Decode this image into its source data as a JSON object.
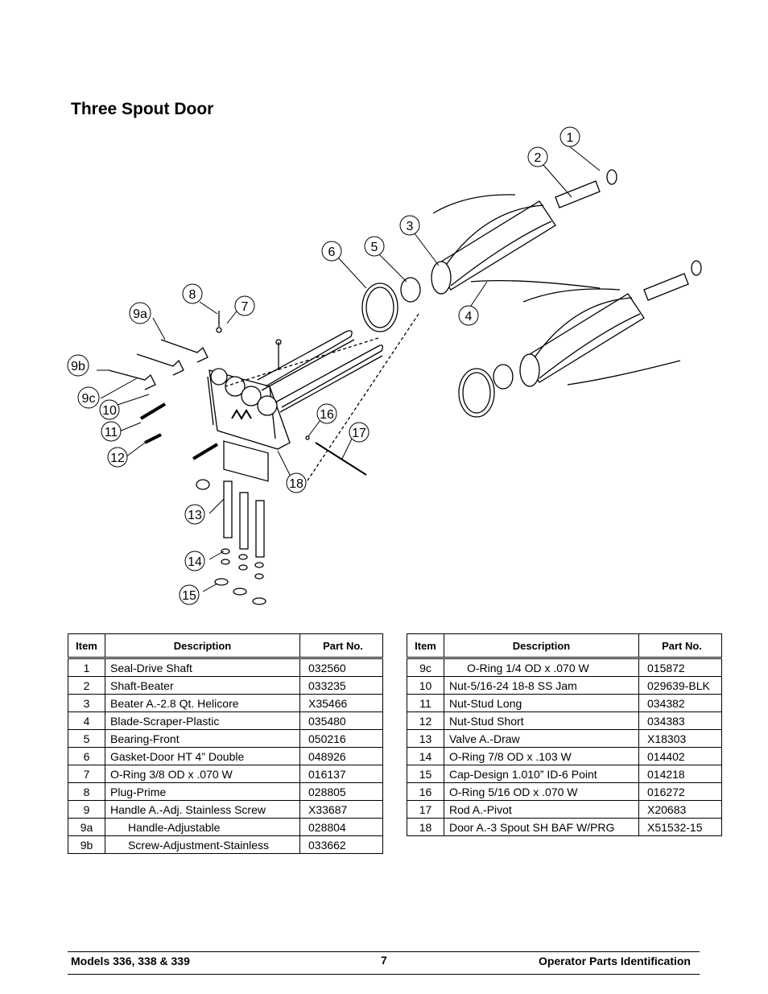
{
  "title": "Three Spout Door",
  "diagram": {
    "callouts": [
      "1",
      "2",
      "3",
      "4",
      "5",
      "6",
      "7",
      "8",
      "9a",
      "9b",
      "9c",
      "10",
      "11",
      "12",
      "13",
      "14",
      "15",
      "16",
      "17",
      "18"
    ]
  },
  "table_left": {
    "headers": [
      "Item",
      "Description",
      "Part No."
    ],
    "rows": [
      [
        "1",
        "Seal-Drive Shaft",
        "032560"
      ],
      [
        "2",
        "Shaft-Beater",
        "033235"
      ],
      [
        "3",
        "Beater A.-2.8 Qt. Helicore",
        "X35466"
      ],
      [
        "4",
        "Blade-Scraper-Plastic",
        "035480"
      ],
      [
        "5",
        "Bearing-Front",
        "050216"
      ],
      [
        "6",
        "Gasket-Door HT 4” Double",
        "048926"
      ],
      [
        "7",
        "O-Ring 3/8 OD x .070 W",
        "016137"
      ],
      [
        "8",
        "Plug-Prime",
        "028805"
      ],
      [
        "9",
        "Handle A.-Adj. Stainless Screw",
        "X33687"
      ],
      [
        "9a",
        "Handle-Adjustable",
        "028804"
      ],
      [
        "9b",
        "Screw-Adjustment-Stainless",
        "033662"
      ]
    ]
  },
  "table_right": {
    "headers": [
      "Item",
      "Description",
      "Part No."
    ],
    "rows": [
      [
        "9c",
        "O-Ring 1/4 OD x .070 W",
        "015872"
      ],
      [
        "10",
        "Nut-5/16-24 18-8 SS Jam",
        "029639-BLK"
      ],
      [
        "11",
        "Nut-Stud Long",
        "034382"
      ],
      [
        "12",
        "Nut-Stud Short",
        "034383"
      ],
      [
        "13",
        "Valve A.-Draw",
        "X18303"
      ],
      [
        "14",
        "O-Ring 7/8 OD x .103 W",
        "014402"
      ],
      [
        "15",
        "Cap-Design 1.010” ID-6 Point",
        "014218"
      ],
      [
        "16",
        "O-Ring 5/16 OD x .070 W",
        "016272"
      ],
      [
        "17",
        "Rod A.-Pivot",
        "X20683"
      ],
      [
        "18",
        "Door A.-3 Spout SH BAF W/PRG",
        "X51532-15"
      ]
    ]
  },
  "footer": {
    "left": "Models 336, 338 & 339",
    "page": "7",
    "right": "Operator Parts Identification"
  }
}
